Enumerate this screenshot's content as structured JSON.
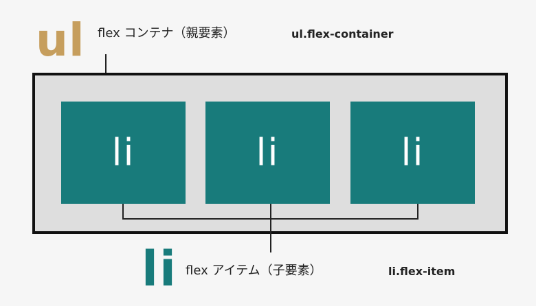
{
  "parent": {
    "tag": "ul",
    "label": "flex コンテナ（親要素）",
    "class_name": "ul.flex-container"
  },
  "items": [
    {
      "label": "li"
    },
    {
      "label": "li"
    },
    {
      "label": "li"
    }
  ],
  "child": {
    "tag": "li",
    "label": "flex アイテム（子要素）",
    "class_name": "li.flex-item"
  },
  "colors": {
    "background": "#f6f6f6",
    "container": "#dedede",
    "container_border": "#111111",
    "item": "#187b7b",
    "parent_tag": "#c69e5d",
    "child_tag": "#187b7b"
  }
}
